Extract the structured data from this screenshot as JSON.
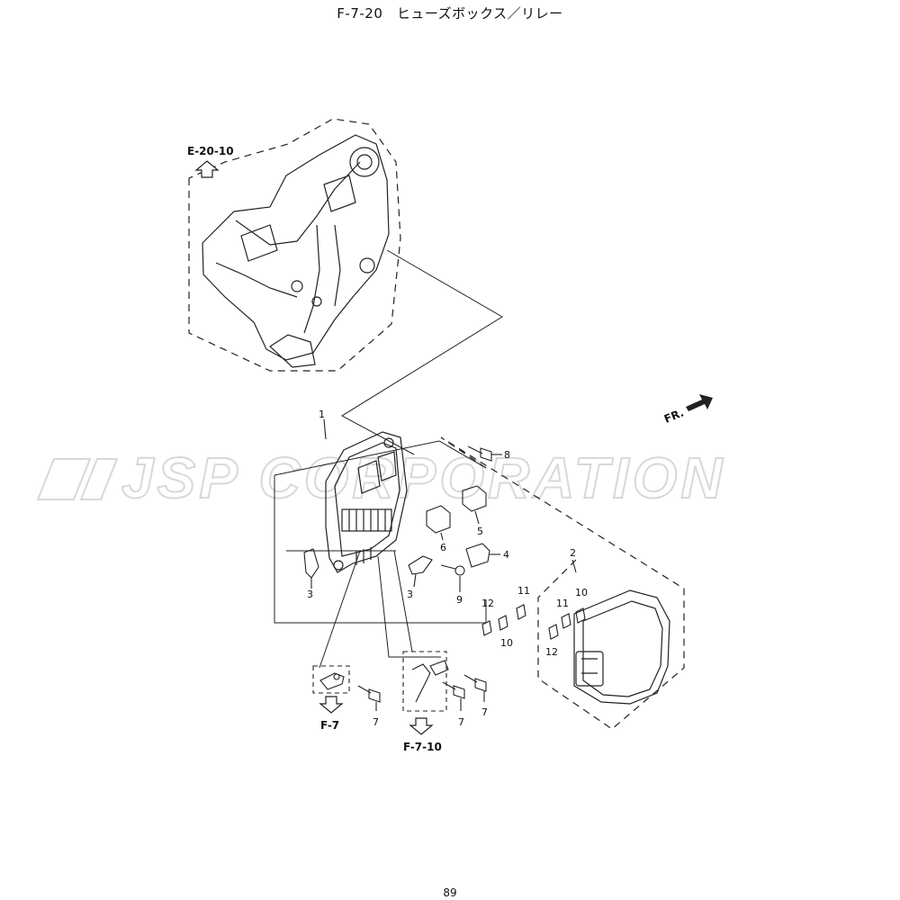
{
  "header": {
    "title": "F-7-20　ヒューズボックス／リレー"
  },
  "footer": {
    "page_number": "89"
  },
  "watermark": {
    "text": "JSP CORPORATION",
    "color": "#d8d8d8"
  },
  "references": {
    "upper": "E-20-10",
    "lower_left": "F-7",
    "lower_right": "F-7-10"
  },
  "direction": {
    "label": "FR."
  },
  "callouts": {
    "c1": "1",
    "c2": "2",
    "c3a": "3",
    "c3b": "3",
    "c4": "4",
    "c5": "5",
    "c6": "6",
    "c7a": "7",
    "c7b": "7",
    "c7c": "7",
    "c8": "8",
    "c9": "9",
    "c10a": "10",
    "c10b": "10",
    "c11a": "11",
    "c11b": "11",
    "c12a": "12",
    "c12b": "12"
  }
}
